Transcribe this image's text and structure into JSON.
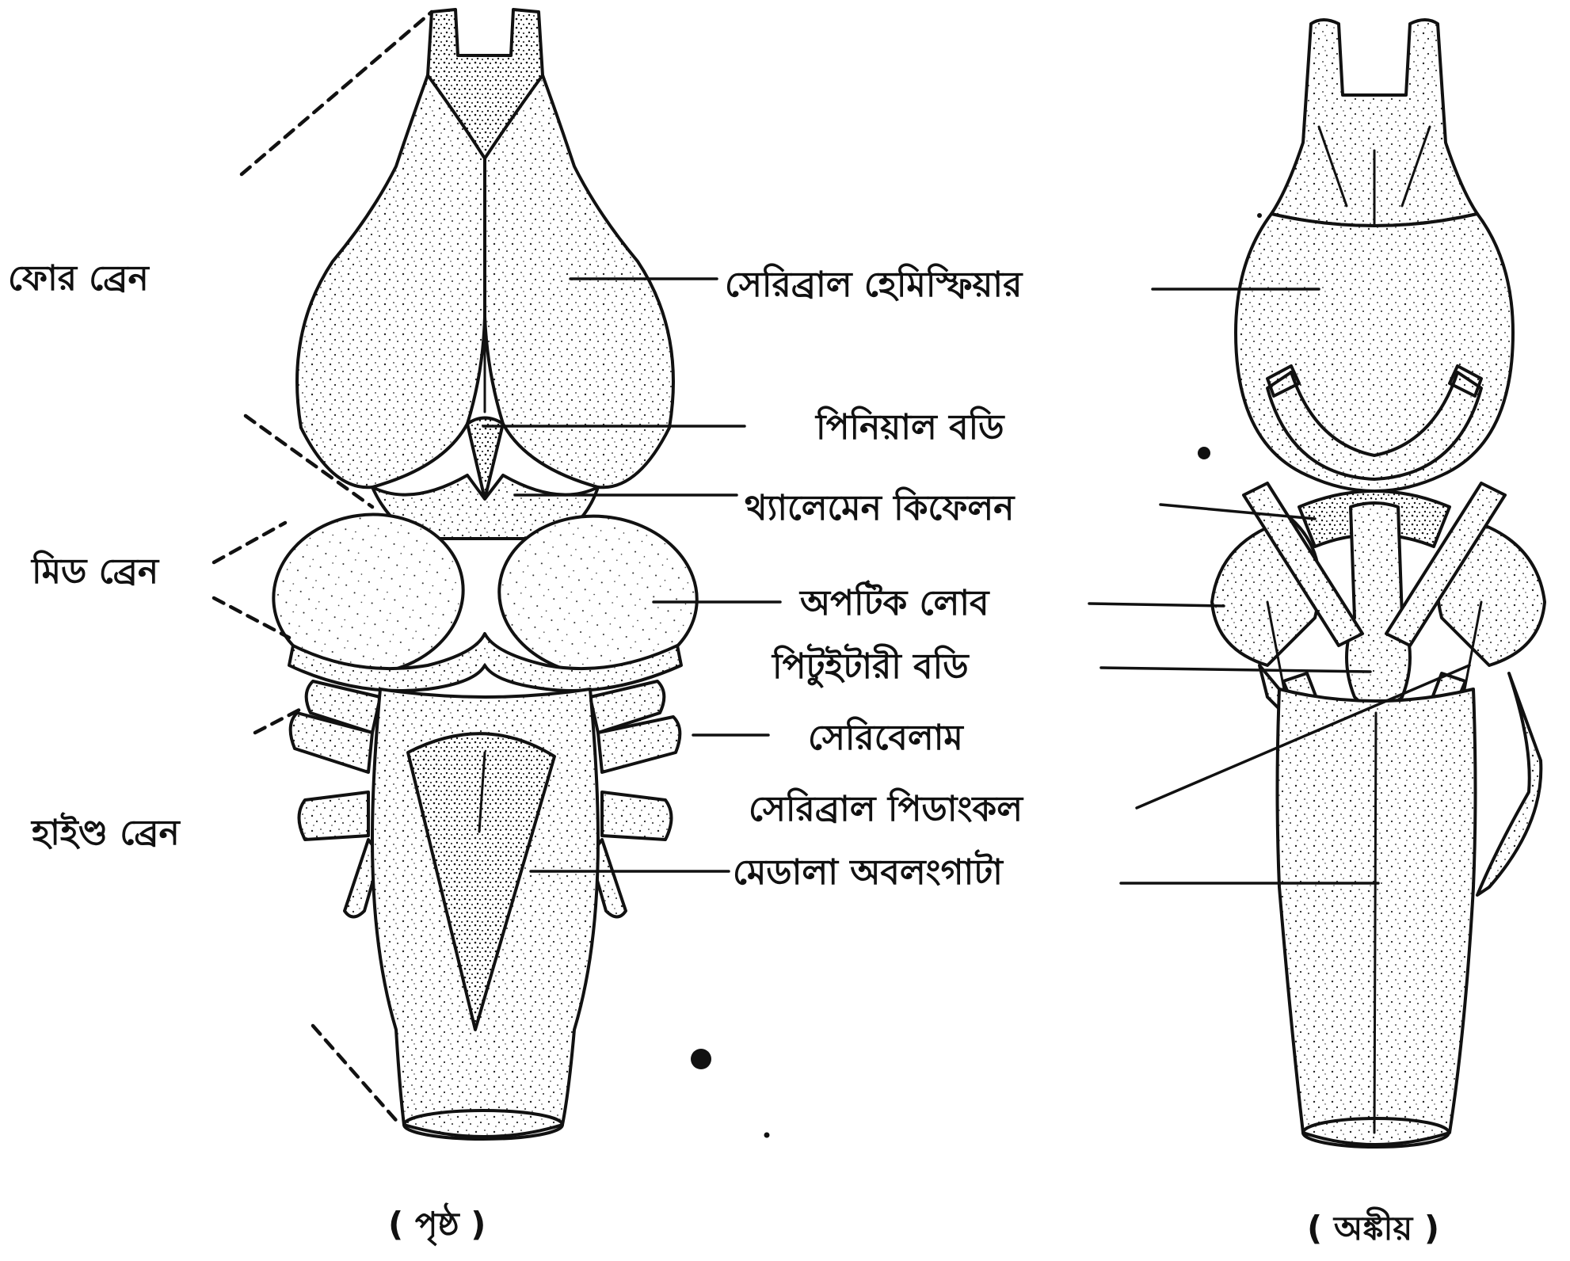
{
  "labels": {
    "fore_brain": "ফোর ব্রেন",
    "mid_brain": "মিড ব্রেন",
    "hind_brain": "হাইণ্ড ব্রেন",
    "cerebral_hemisphere": "সেরিব্রাল হেমিস্ফিয়ার",
    "pineal_body": "পিনিয়াল বডি",
    "thalamencephalon": "থ্যালেমেন কিফেলন",
    "optic_lobe": "অপটিক লোব",
    "pituitary_body": "পিটুইটারী বডি",
    "cerebellum": "সেরিবেলাম",
    "cerebral_peduncle": "সেরিব্রাল পিডাংকল",
    "medulla_oblongata": "মেডালা অবলংগাটা"
  },
  "views": {
    "dorsal": "( পৃষ্ঠ )",
    "ventral": "( অঙ্কীয় )"
  },
  "colors": {
    "ink": "#111111",
    "paper": "#ffffff"
  }
}
